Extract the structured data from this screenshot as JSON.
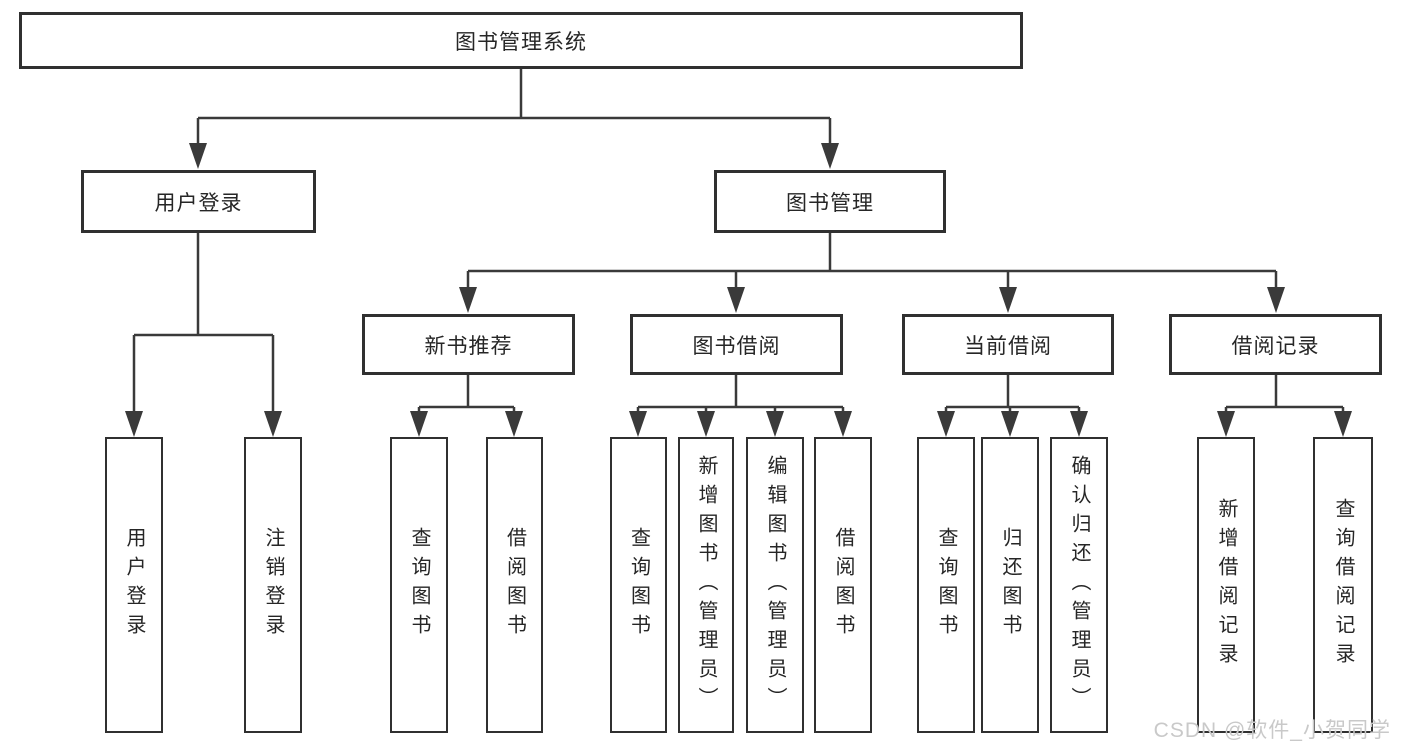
{
  "diagram": {
    "title": "图书管理系统",
    "level2": [
      "用户登录",
      "图书管理"
    ],
    "level3": [
      "新书推荐",
      "图书借阅",
      "当前借阅",
      "借阅记录"
    ],
    "leaves": {
      "user": [
        "用户登录",
        "注销登录"
      ],
      "recommend": [
        "查询图书",
        "借阅图书"
      ],
      "borrow": [
        "查询图书",
        "新增图书（管理员）",
        "编辑图书（管理员）",
        "借阅图书"
      ],
      "current": [
        "查询图书",
        "归还图书",
        "确认归还（管理员）"
      ],
      "records": [
        "新增借阅记录",
        "查询借阅记录"
      ]
    },
    "watermark": "CSDN @软件_小贺同学",
    "colors": {
      "line": "#3a3a3a",
      "border": "#303030",
      "fill": "#ffffff",
      "text": "#262626",
      "watermark": "#c9c9c9"
    }
  }
}
